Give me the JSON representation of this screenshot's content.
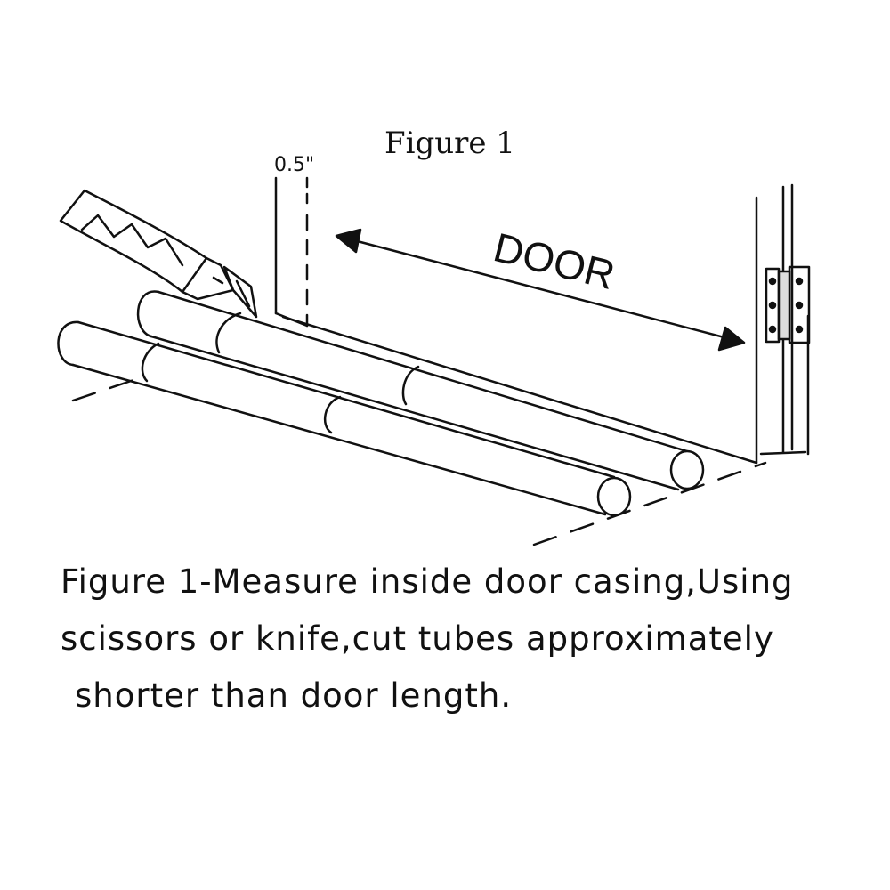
{
  "figure": {
    "title": "Figure 1",
    "dimension_label": "0.5\"",
    "door_label": "DOOR"
  },
  "caption": {
    "line1": "Figure 1-Measure inside door casing,Using",
    "line2": "scissors or knife,cut tubes approximately",
    "line3": "shorter than door length."
  },
  "icons": [
    "utility-knife-icon",
    "door-hinge-icon",
    "foam-tube-icon"
  ]
}
